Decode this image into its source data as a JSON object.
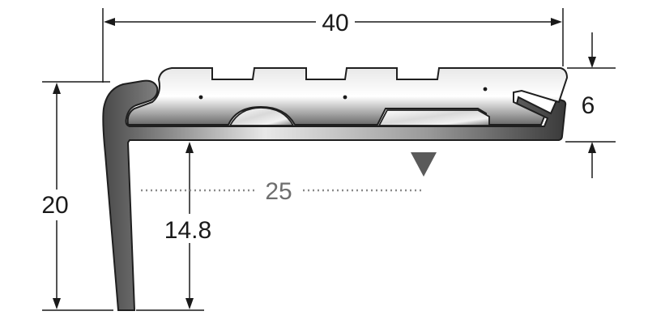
{
  "dimensions": {
    "width_total": "40",
    "nose_height": "6",
    "leg_height": "20",
    "inner_height": "14.8",
    "tread_depth": "25"
  },
  "colors": {
    "line": "#1a1a1a",
    "profile_fill_light": "#f4f4f4",
    "profile_fill_dark": "#8a8a8a",
    "profile_stroke": "#222222",
    "dotted": "#8a8a8a",
    "marker": "#5a5a5a"
  },
  "icons": {
    "install_marker": "triangle-down-icon"
  }
}
